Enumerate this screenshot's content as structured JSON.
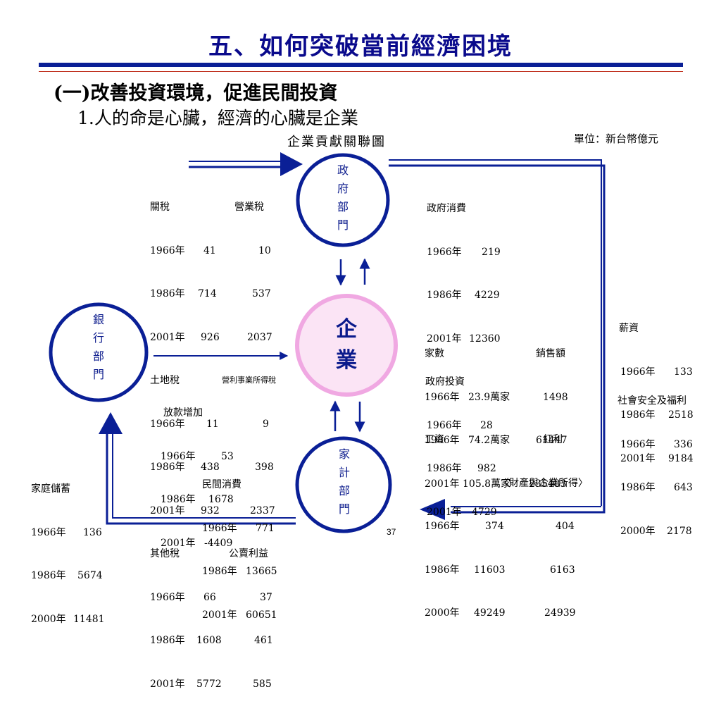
{
  "slide": {
    "title": "五、如何突破當前經濟困境",
    "heading1": "(一)改善投資環境，促進民間投資",
    "heading2": "1.人的命是心臟，經濟的心臟是企業",
    "chart_title": "企業貢獻關聯圖",
    "unit": "單位：新台幣億元",
    "page_number": "37"
  },
  "nodes": {
    "government": [
      "政",
      "府",
      "部",
      "門"
    ],
    "enterprise": [
      "企",
      "業"
    ],
    "bank": [
      "銀",
      "行",
      "部",
      "門"
    ],
    "household": [
      "家",
      "計",
      "部",
      "門"
    ]
  },
  "taxes": {
    "customs_label": "關稅",
    "business_tax_label": "營業稅",
    "customs_rows": [
      [
        "1966年",
        "41",
        "10"
      ],
      [
        "1986年",
        "714",
        "537"
      ],
      [
        "2001年",
        "926",
        "2037"
      ]
    ],
    "land_tax_label": "土地稅",
    "profit_tax_label": "營利事業所得稅",
    "land_rows": [
      [
        "1966年",
        "11",
        "9"
      ],
      [
        "1986年",
        "438",
        "398"
      ],
      [
        "2001年",
        "932",
        "2337"
      ]
    ],
    "other_tax_label": "其他稅",
    "public_fee_label": "公賣利益",
    "other_rows": [
      [
        "1966年",
        "66",
        "37"
      ],
      [
        "1986年",
        "1608",
        "461"
      ],
      [
        "2001年",
        "5772",
        "585"
      ]
    ]
  },
  "gov_spending": {
    "consumption_label": "政府消費",
    "consumption_rows": [
      [
        "1966年",
        "219"
      ],
      [
        "1986年",
        "4229"
      ],
      [
        "2001年",
        "12360"
      ]
    ],
    "investment_label": "政府投資",
    "investment_rows": [
      [
        "1966年",
        "28"
      ],
      [
        "1986年",
        "982"
      ],
      [
        "2001年",
        "4729"
      ]
    ]
  },
  "firms": {
    "count_label": "家數",
    "sales_label": "銷售額",
    "rows": [
      [
        "1966年",
        "23.9萬家",
        "1498"
      ],
      [
        "1986年",
        "74.2萬家",
        "61447"
      ],
      [
        "2001年",
        "105.8萬家",
        "235483"
      ]
    ]
  },
  "wages_dividends": {
    "wage_label": "工資",
    "dividend_label": "紅利",
    "dividend_note": "〈財產與企業所得〉",
    "rows": [
      [
        "1966年",
        "374",
        "404"
      ],
      [
        "1986年",
        "11603",
        "6163"
      ],
      [
        "2000年",
        "49249",
        "24939"
      ]
    ]
  },
  "salary": {
    "label": "薪資",
    "rows": [
      [
        "1966年",
        "133"
      ],
      [
        "1986年",
        "2518"
      ],
      [
        "2001年",
        "9184"
      ]
    ]
  },
  "social": {
    "label": "社會安全及福利",
    "rows": [
      [
        "1966年",
        "336"
      ],
      [
        "1986年",
        "643"
      ],
      [
        "2000年",
        "2178"
      ]
    ]
  },
  "loans": {
    "label": "放款增加",
    "rows": [
      [
        "1966年",
        "53"
      ],
      [
        "1986年",
        "1678"
      ],
      [
        "2001年",
        "-4409"
      ]
    ]
  },
  "savings": {
    "label": "家庭儲蓄",
    "rows": [
      [
        "1966年",
        "136"
      ],
      [
        "1986年",
        "5674"
      ],
      [
        "2000年",
        "11481"
      ]
    ]
  },
  "consumption": {
    "label": "民間消費",
    "rows": [
      [
        "1966年",
        "771"
      ],
      [
        "1986年",
        "13665"
      ],
      [
        "2001年",
        "60651"
      ]
    ]
  },
  "colors": {
    "navy": "#0a1f96",
    "title_blue": "#0a0a8c",
    "pink_fill": "#fbe4f5",
    "pink_ring": "#f0a8e2",
    "accent_red": "#c0301e"
  }
}
